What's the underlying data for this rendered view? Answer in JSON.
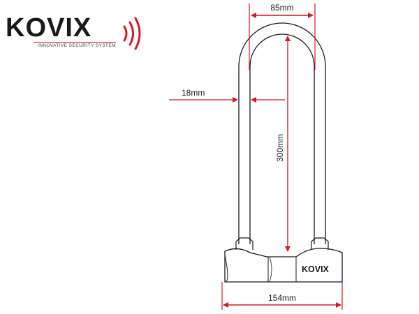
{
  "logo": {
    "brand": "KOVIX",
    "tagline": "INNOVATIVE SECURITY SYSTEM"
  },
  "dimensions": {
    "shackle_width": "85mm",
    "shackle_diameter": "18mm",
    "inner_height": "300mm",
    "body_width": "154mm"
  },
  "lock": {
    "brand": "KOVIX"
  },
  "colors": {
    "dimension_line": "#d71920",
    "outline": "#1a1a1a",
    "logo_accent": "#d71920"
  }
}
